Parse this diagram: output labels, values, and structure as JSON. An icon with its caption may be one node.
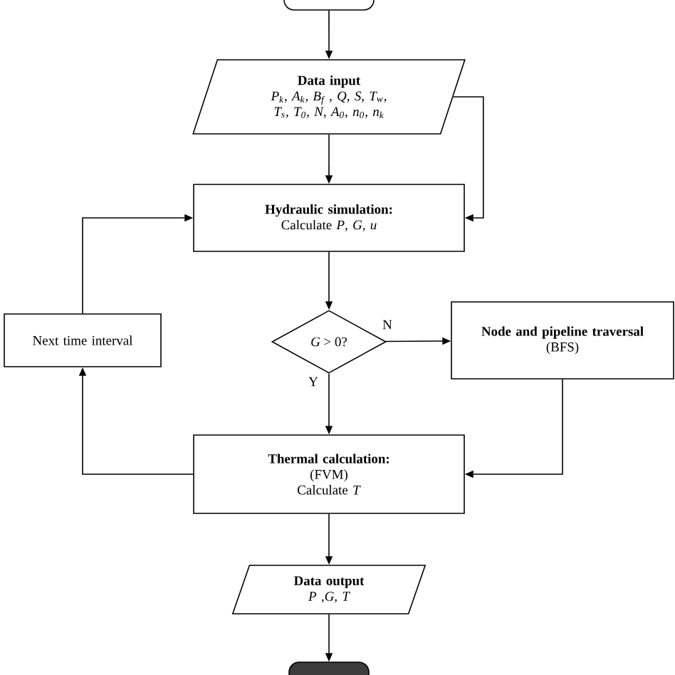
{
  "diagram": {
    "nodes": [
      {
        "text": [],
        "shape": "box"
      },
      {
        "text": [
          "Data input",
          "P$_{k}$, A$_{k}$, B$_{f}$ , Q, S, T$_{w}$, T$_{s}$, T$_{0}$, N, A$_{0}$, n$_{0}$, n$_{k}$"
        ]
      },
      {
        "text": [
          "Hydraulic simulation:",
          "Calculate *P*, *G, u*"
        ]
      },
      {
        "text": [
          "*G* > 0?"
        ]
      },
      {
        "text": [
          "Node and pipeline traversal",
          "(BFS)"
        ]
      },
      {
        "text": [
          "Next time interval"
        ]
      },
      {
        "text": [
          "Thermal calculation:",
          "(FVM)",
          "Calculate *T*"
        ]
      },
      {
        "text": [
          "Data output",
          "P ,G, T"
        ]
      },
      {
        "text": [],
        "shape": "box"
      }
    ],
    "edges": [
      {
        "from": 0,
        "to": 1,
        "arrow": "to"
      },
      {
        "from": 1,
        "to": 2,
        "arrow": "to"
      },
      {
        "from": 1,
        "to": 2,
        "arrow": "to"
      },
      {
        "from": 2,
        "to": 3,
        "arrow": "to"
      },
      {
        "from": 3,
        "to": 4,
        "arrow": "to",
        "label": "N"
      },
      {
        "from": 3,
        "to": 6,
        "arrow": "to",
        "label": "Y"
      },
      {
        "from": 4,
        "to": 6,
        "arrow": "to"
      },
      {
        "from": 6,
        "to": 5,
        "arrow": "to"
      },
      {
        "from": 5,
        "to": 2,
        "arrow": "to"
      },
      {
        "from": 6,
        "to": 7,
        "arrow": "to"
      },
      {
        "from": 7,
        "to": 8,
        "arrow": "to"
      }
    ]
  }
}
